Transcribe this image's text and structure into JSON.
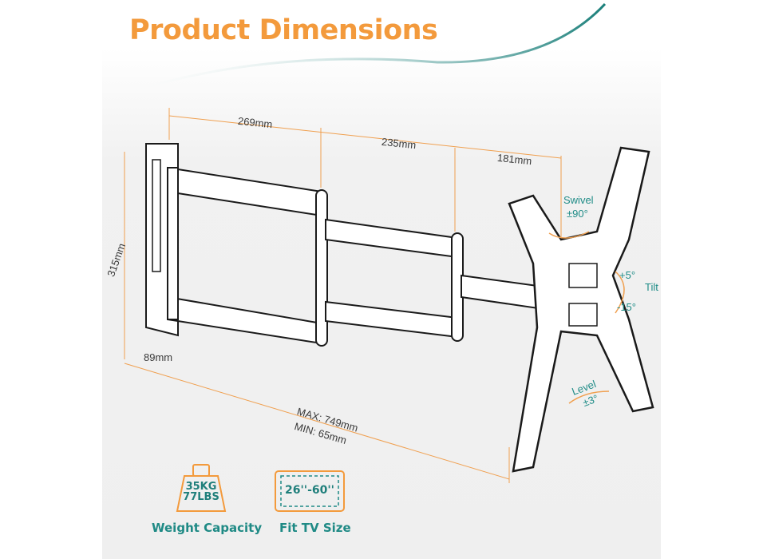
{
  "title": "Product Dimensions",
  "dimensions": {
    "arm1": "269mm",
    "arm2": "235mm",
    "arm3": "181mm",
    "height": "315mm",
    "depth": "89mm",
    "extension_max": "MAX: 749mm",
    "extension_min": "MIN: 65mm"
  },
  "adjustments": {
    "swivel_label": "Swivel",
    "swivel_value": "±90°",
    "tilt_label": "Tilt",
    "tilt_up": "+5°",
    "tilt_down": "-15°",
    "level_label": "Level",
    "level_value": "±3°"
  },
  "features": [
    {
      "icon": "weight-icon",
      "line1": "35KG",
      "line2": "77LBS",
      "label": "Weight Capacity"
    },
    {
      "icon": "tv-size-icon",
      "value": "26''-60''",
      "label": "Fit TV Size"
    }
  ],
  "colors": {
    "accent": "#f39a3c",
    "teal": "#1f8a85",
    "line": "#f0a050"
  }
}
